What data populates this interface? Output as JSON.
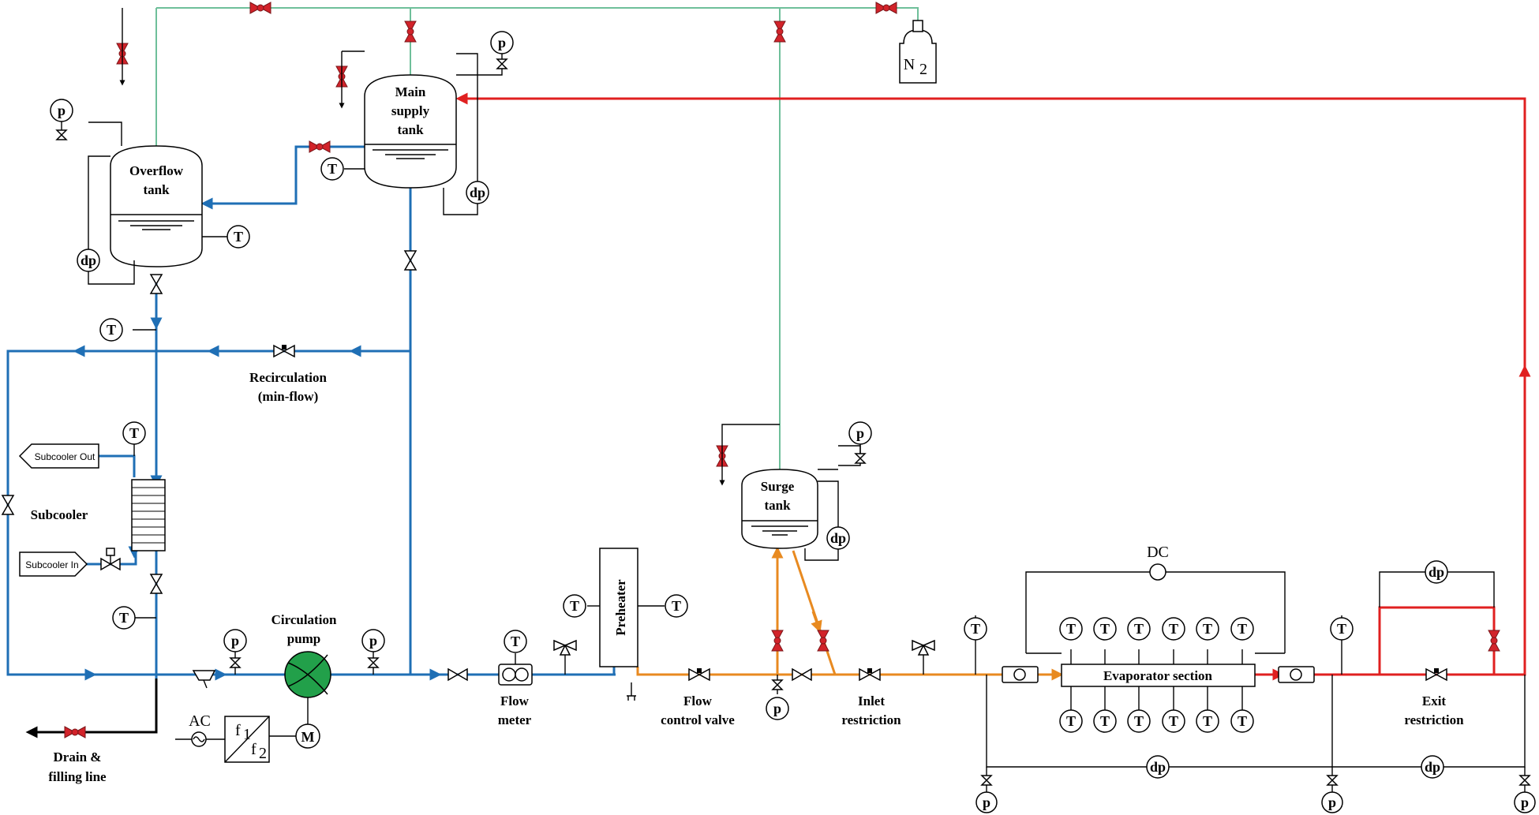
{
  "title": "",
  "labels": {
    "overflow_tank_1": "Overflow",
    "overflow_tank_2": "tank",
    "main_supply_1": "Main",
    "main_supply_2": "supply",
    "main_supply_3": "tank",
    "recirculation_1": "Recirculation",
    "recirculation_2": "(min-flow)",
    "subcooler": "Subcooler",
    "subcooler_out": "Subcooler Out",
    "subcooler_in": "Subcooler In",
    "circulation_pump_1": "Circulation",
    "circulation_pump_2": "pump",
    "drain_1": "Drain &",
    "drain_2": "filling line",
    "ac": "AC",
    "f1": "f",
    "f1_sub": "1",
    "f2": "f",
    "f2_sub": "2",
    "motor": "M",
    "flow_meter_1": "Flow",
    "flow_meter_2": "meter",
    "preheater": "Preheater",
    "flow_control_1": "Flow",
    "flow_control_2": "control valve",
    "surge_tank_1": "Surge",
    "surge_tank_2": "tank",
    "inlet_restriction_1": "Inlet",
    "inlet_restriction_2": "restriction",
    "dc": "DC",
    "evaporator": "Evaporator section",
    "exit_restriction_1": "Exit",
    "exit_restriction_2": "restriction",
    "n2": "N",
    "n2_sub": "2"
  },
  "instruments": {
    "temperature": "T",
    "pressure": "p",
    "diff_pressure": "dp"
  },
  "colors": {
    "liquid_line": "#1f6fb5",
    "nitrogen_line": "#6fbf9a",
    "return_line": "#e02020",
    "heated_line": "#e88a20",
    "valve": "#d2232a",
    "pump": "#22a04a"
  }
}
